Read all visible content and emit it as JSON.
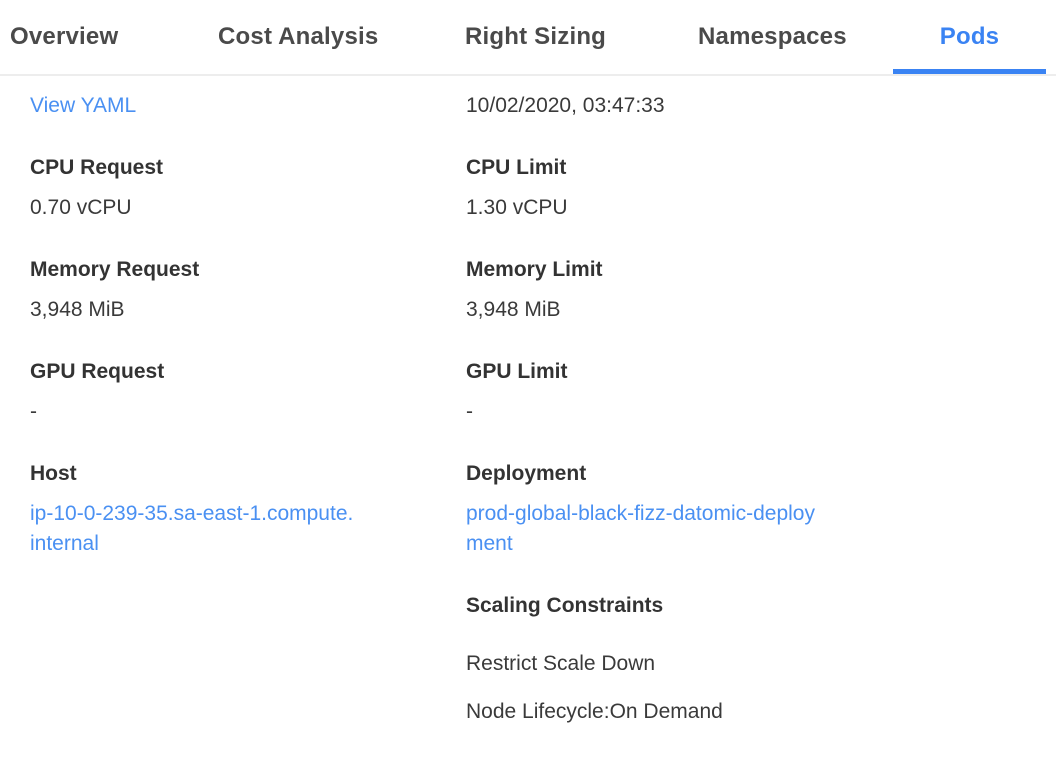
{
  "colors": {
    "active_tab": "#3a83f3",
    "link": "#4a90f2",
    "label": "#333333",
    "value": "#3a3a3a",
    "tab_text": "#4a4a4a",
    "divider": "#ededed"
  },
  "tabs": {
    "items": [
      {
        "label": "Overview",
        "active": false
      },
      {
        "label": "Cost Analysis",
        "active": false
      },
      {
        "label": "Right Sizing",
        "active": false
      },
      {
        "label": "Namespaces",
        "active": false
      },
      {
        "label": "Pods",
        "active": true
      }
    ]
  },
  "detail": {
    "view_yaml_label": "View YAML",
    "timestamp": "10/02/2020, 03:47:33",
    "left_fields": [
      {
        "label": "CPU Request",
        "value": "0.70 vCPU"
      },
      {
        "label": "Memory Request",
        "value": "3,948 MiB"
      },
      {
        "label": "GPU Request",
        "value": "-"
      }
    ],
    "right_fields": [
      {
        "label": "CPU Limit",
        "value": "1.30 vCPU"
      },
      {
        "label": "Memory Limit",
        "value": "3,948 MiB"
      },
      {
        "label": "GPU Limit",
        "value": "-"
      }
    ],
    "host": {
      "label": "Host",
      "value": "ip-10-0-239-35.sa-east-1.compute.internal"
    },
    "deployment": {
      "label": "Deployment",
      "value": "prod-global-black-fizz-datomic-deployment"
    },
    "scaling_constraints": {
      "title": "Scaling Constraints",
      "items": [
        "Restrict Scale Down",
        "Node Lifecycle:On Demand"
      ]
    }
  }
}
